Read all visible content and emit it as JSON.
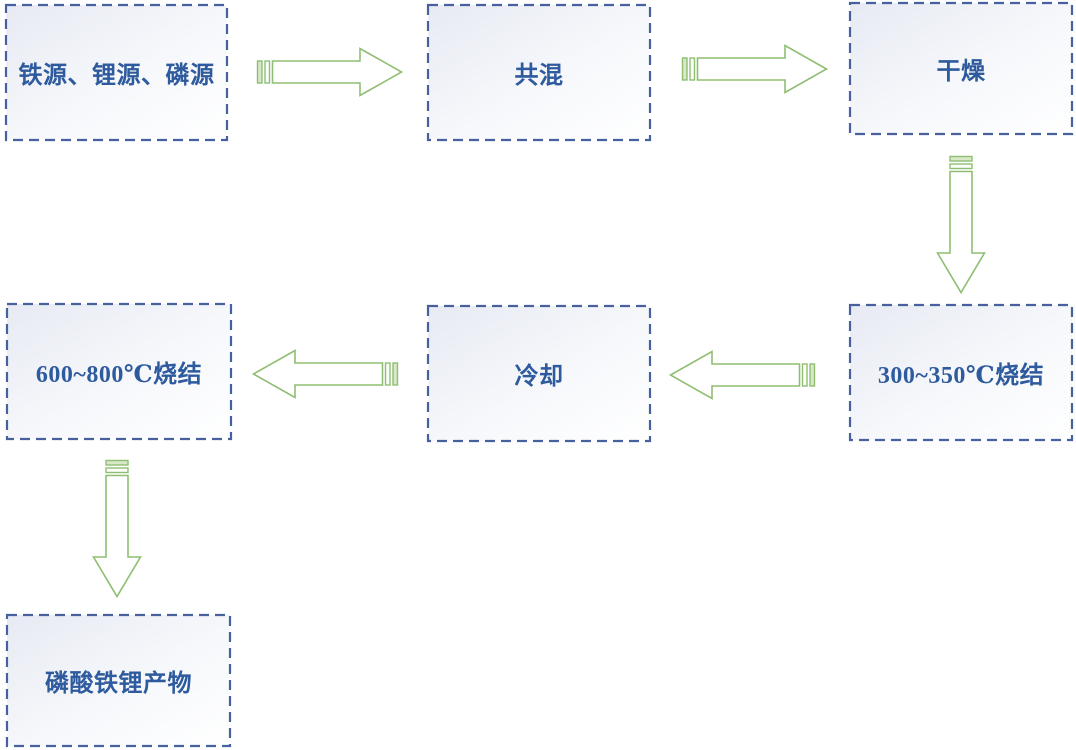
{
  "diagram": {
    "type": "flowchart",
    "subject": "磷酸铁锂制备流程",
    "nodes": [
      {
        "id": "sources",
        "label": "铁源、锂源、磷源"
      },
      {
        "id": "mixing",
        "label": "共混"
      },
      {
        "id": "drying",
        "label": "干燥"
      },
      {
        "id": "sintering-low",
        "label": "300~350℃烧结"
      },
      {
        "id": "cooling",
        "label": "冷却"
      },
      {
        "id": "sintering-high",
        "label": "600~800℃烧结"
      },
      {
        "id": "product",
        "label": "磷酸铁锂产物"
      }
    ],
    "edges": [
      {
        "from": "sources",
        "to": "mixing",
        "direction": "right",
        "style": "striped-block-arrow"
      },
      {
        "from": "mixing",
        "to": "drying",
        "direction": "right",
        "style": "striped-block-arrow"
      },
      {
        "from": "drying",
        "to": "sintering-low",
        "direction": "down",
        "style": "striped-block-arrow"
      },
      {
        "from": "sintering-low",
        "to": "cooling",
        "direction": "left",
        "style": "striped-block-arrow"
      },
      {
        "from": "cooling",
        "to": "sintering-high",
        "direction": "left",
        "style": "striped-block-arrow"
      },
      {
        "from": "sintering-high",
        "to": "product",
        "direction": "down",
        "style": "striped-block-arrow"
      }
    ],
    "colors": {
      "box_border": "#46619e",
      "box_fill_start": "#e7eaf3",
      "box_fill_end": "#ffffff",
      "label_text": "#2e5a9e",
      "arrow_stroke": "#8fbe72",
      "arrow_stripe_fill": "#d9e8c7",
      "page_background": "#ffffff"
    }
  }
}
